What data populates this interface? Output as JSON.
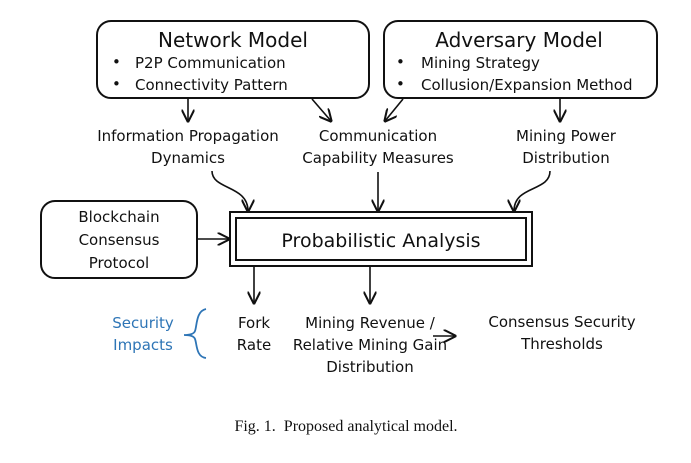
{
  "network_model": {
    "title": "Network Model",
    "items": [
      "P2P Communication",
      "Connectivity Pattern"
    ]
  },
  "adversary_model": {
    "title": "Adversary Model",
    "items": [
      "Mining Strategy",
      "Collusion/Expansion Method"
    ]
  },
  "mid_labels": {
    "info_propagation": [
      "Information Propagation",
      "Dynamics"
    ],
    "communication": [
      "Communication",
      "Capability Measures"
    ],
    "mining_power": [
      "Mining Power",
      "Distribution"
    ]
  },
  "blockchain": [
    "Blockchain",
    "Consensus",
    "Protocol"
  ],
  "probabilistic": "Probabilistic Analysis",
  "security_impacts": {
    "label": [
      "Security",
      "Impacts"
    ],
    "color": "#2e75b6"
  },
  "outputs": {
    "fork_rate": [
      "Fork",
      "Rate"
    ],
    "mining_revenue": [
      "Mining Revenue /",
      "Relative Mining Gain",
      "Distribution"
    ],
    "thresholds": [
      "Consensus Security",
      "Thresholds"
    ]
  },
  "caption": "Fig. 1.  Proposed analytical model.",
  "bullet": "•"
}
